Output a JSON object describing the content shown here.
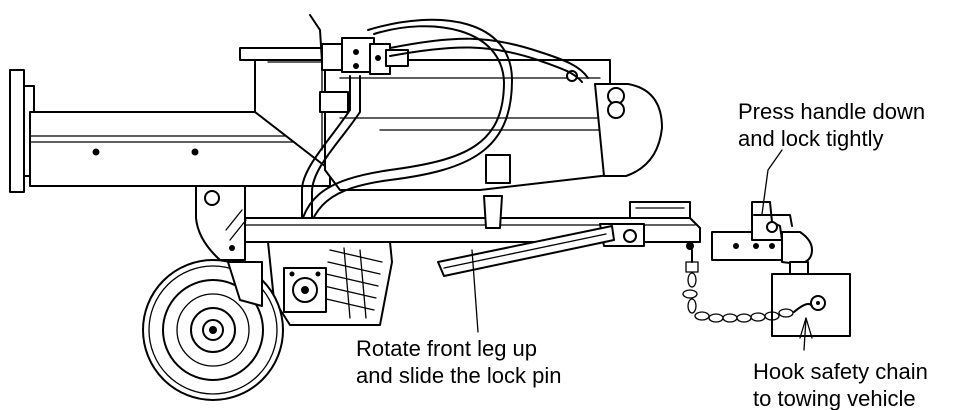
{
  "callouts": {
    "handle": {
      "line1": "Press handle down",
      "line2": "and lock tightly"
    },
    "leg": {
      "line1": "Rotate front leg up",
      "line2": "and slide the lock pin"
    },
    "chain": {
      "line1": "Hook safety chain",
      "line2": "to towing vehicle"
    }
  },
  "colors": {
    "ink": "#000000",
    "paper": "#ffffff"
  }
}
